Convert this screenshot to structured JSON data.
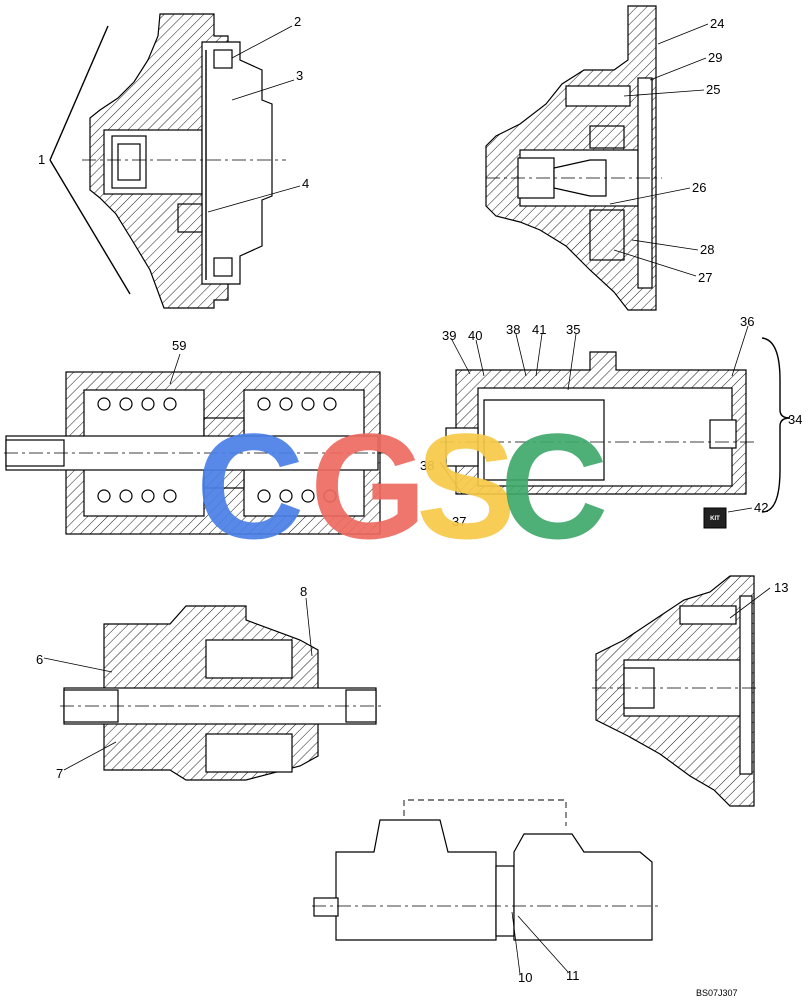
{
  "drawing": {
    "reference": "BS07J307",
    "watermark": {
      "letters": [
        "C",
        "G",
        "S",
        "C"
      ],
      "colors": [
        "#4a80e8",
        "#ee6b61",
        "#f7c948",
        "#3fa96c"
      ]
    },
    "callouts": {
      "c1": "1",
      "c2": "2",
      "c3": "3",
      "c4": "4",
      "c24": "24",
      "c29": "29",
      "c25": "25",
      "c26": "26",
      "c28": "28",
      "c27": "27",
      "c59": "59",
      "c39": "39",
      "c40": "40",
      "c38a": "38",
      "c41": "41",
      "c35": "35",
      "c36": "36",
      "c34": "34",
      "c38b": "38",
      "c37": "37",
      "c42": "42",
      "c8": "8",
      "c6": "6",
      "c7": "7",
      "c13": "13",
      "c10": "10",
      "c11": "11"
    },
    "kit_label": "KIT"
  }
}
